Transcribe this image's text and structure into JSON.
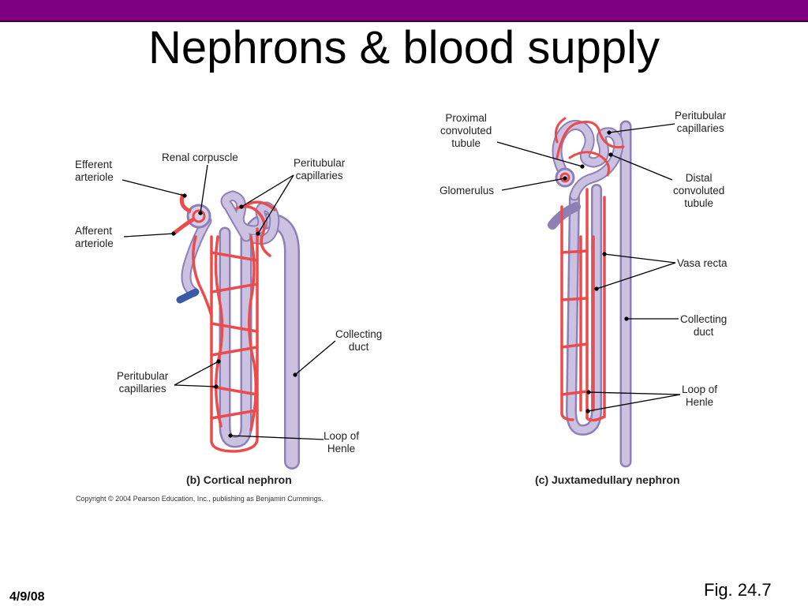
{
  "slide": {
    "title": "Nephrons & blood supply",
    "date": "4/9/08",
    "figure_ref": "Fig. 24.7"
  },
  "colors": {
    "header_bar": "#7e0080",
    "tubule": "#c6bede",
    "vessel": "#ec4b4b",
    "leader": "#000000"
  },
  "panel_b": {
    "caption": "(b) Cortical nephron",
    "copyright": "Copyright © 2004 Pearson Education, Inc., publishing as Benjamin Cummings.",
    "labels": {
      "efferent_arteriole": "Efferent\narteriole",
      "renal_corpuscle": "Renal corpuscle",
      "peritubular_capillaries_top": "Peritubular\ncapillaries",
      "afferent_arteriole": "Afferent\narteriole",
      "collecting_duct": "Collecting\nduct",
      "peritubular_capillaries_side": "Peritubular\ncapillaries",
      "loop_of_henle": "Loop of\nHenle"
    }
  },
  "panel_c": {
    "caption": "(c) Juxtamedullary nephron",
    "labels": {
      "proximal_convoluted_tubule": "Proximal\nconvoluted\ntubule",
      "peritubular_capillaries": "Peritubular\ncapillaries",
      "glomerulus": "Glomerulus",
      "distal_convoluted_tubule": "Distal\nconvoluted\ntubule",
      "vasa_recta": "Vasa recta",
      "collecting_duct": "Collecting\nduct",
      "loop_of_henle": "Loop of\nHenle"
    }
  }
}
